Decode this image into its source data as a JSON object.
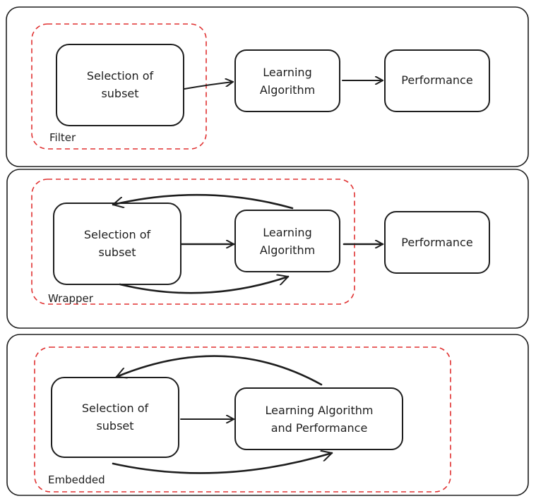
{
  "panels": [
    {
      "group_label": "Filter",
      "nodes": {
        "selection": [
          "Selection of",
          "subset"
        ],
        "learning": [
          "Learning",
          "Algorithm"
        ],
        "performance": [
          "Performance"
        ]
      }
    },
    {
      "group_label": "Wrapper",
      "nodes": {
        "selection": [
          "Selection of",
          "subset"
        ],
        "learning": [
          "Learning",
          "Algorithm"
        ],
        "performance": [
          "Performance"
        ]
      }
    },
    {
      "group_label": "Embedded",
      "nodes": {
        "selection": [
          "Selection of",
          "subset"
        ],
        "learning": [
          "Learning Algorithm",
          "and Performance"
        ]
      }
    }
  ],
  "colors": {
    "stroke": "#1e1e1e",
    "group_dash": "#e03131",
    "background": "#ffffff"
  }
}
